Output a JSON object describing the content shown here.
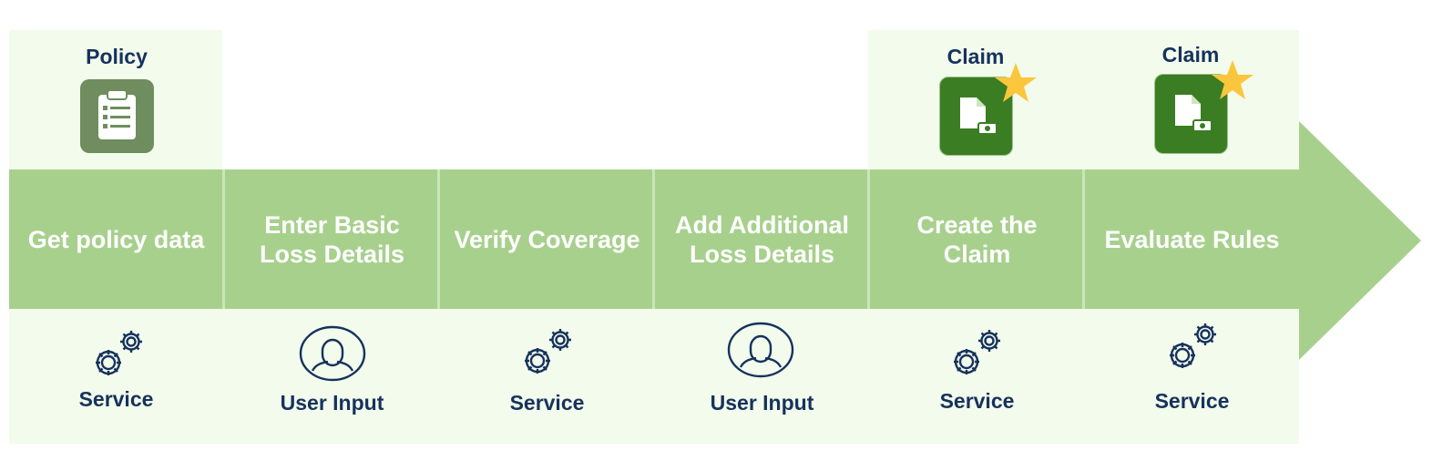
{
  "colors": {
    "panel": "#f2fbec",
    "arrow": "#a8d08d",
    "divider": "#c9e6b7",
    "policy_tile": "#6f8d5e",
    "claim_tile": "#3b7d23",
    "star": "#fcc63c",
    "text_dark": "#16325c",
    "text_light": "#ffffff"
  },
  "objects": [
    {
      "label": "Policy",
      "icon": "clipboard-icon"
    },
    {
      "label": "Claim",
      "icon": "claim-document-icon"
    },
    {
      "label": "Claim",
      "icon": "claim-document-icon"
    }
  ],
  "steps": [
    {
      "title": "Get policy data",
      "actor": "Service",
      "actor_icon": "gears-icon"
    },
    {
      "title": "Enter Basic Loss Details",
      "actor": "User Input",
      "actor_icon": "user-icon"
    },
    {
      "title": "Verify Coverage",
      "actor": "Service",
      "actor_icon": "gears-icon"
    },
    {
      "title": "Add Additional Loss Details",
      "actor": "User Input",
      "actor_icon": "user-icon"
    },
    {
      "title": "Create the Claim",
      "actor": "Service",
      "actor_icon": "gears-icon"
    },
    {
      "title": "Evaluate Rules",
      "actor": "Service",
      "actor_icon": "gears-icon"
    }
  ]
}
